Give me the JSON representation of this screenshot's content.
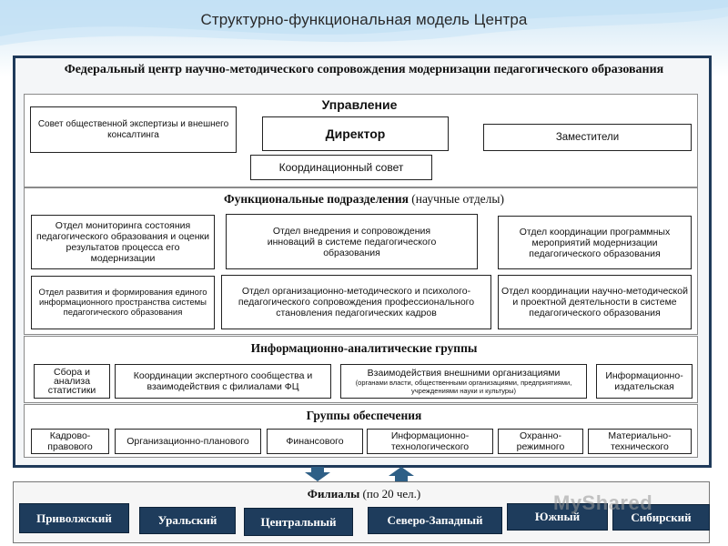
{
  "title": "Структурно-функциональная модель Центра",
  "center_heading": "Федеральный центр научно-методического сопровождения модернизации педагогического образования",
  "management": {
    "title": "Управление",
    "council_expertise": "Совет общественной экспертизы и внешнего консалтинга",
    "director": "Директор",
    "deputies": "Заместители",
    "coordination_council": "Координационный совет"
  },
  "functional": {
    "title_bold": "Функциональные подразделения",
    "title_normal": " (научные отделы)",
    "units": [
      "Отдел мониторинга состояния педагогического образования и оценки результатов процесса его модернизации",
      "Отдел внедрения и сопровождения инноваций в системе педагогического образования",
      "Отдел координации программных мероприятий модернизации педагогического образования",
      "Отдел развития и формирования единого информационного пространства системы педагогического образования",
      "Отдел организационно-методического и психолого-педагогического сопровождения профессионального становления педагогических кадров",
      "Отдел координации научно-методической и проектной деятельности в системе педагогического образования"
    ]
  },
  "info_groups": {
    "title": "Информационно-аналитические группы",
    "items": [
      "Сбора и анализа статистики",
      "Координации экспертного сообщества и взаимодействия с филиалами ФЦ",
      "Взаимодействия внешними организациями",
      "(органами власти, общественными организациями, предприятиями, учреждениями науки и культуры)",
      "Информационно-издательская"
    ]
  },
  "support_groups": {
    "title": "Группы обеспечения",
    "items": [
      "Кадрово-правового",
      "Организационно-планового",
      "Финансового",
      "Информационно-технологического",
      "Охранно-режимного",
      "Материально-технического"
    ]
  },
  "branches": {
    "title_bold": "Филиалы",
    "title_normal": " (по 20 чел.)",
    "items": [
      "Приволжский",
      "Уральский",
      "Центральный",
      "Северо-Западный",
      "Южный",
      "Сибирский"
    ]
  },
  "watermark": "MyShared",
  "colors": {
    "frame": "#1f3a5a",
    "branch_fill": "#1e3c5c",
    "arrow_fill": "#2e5f86"
  }
}
